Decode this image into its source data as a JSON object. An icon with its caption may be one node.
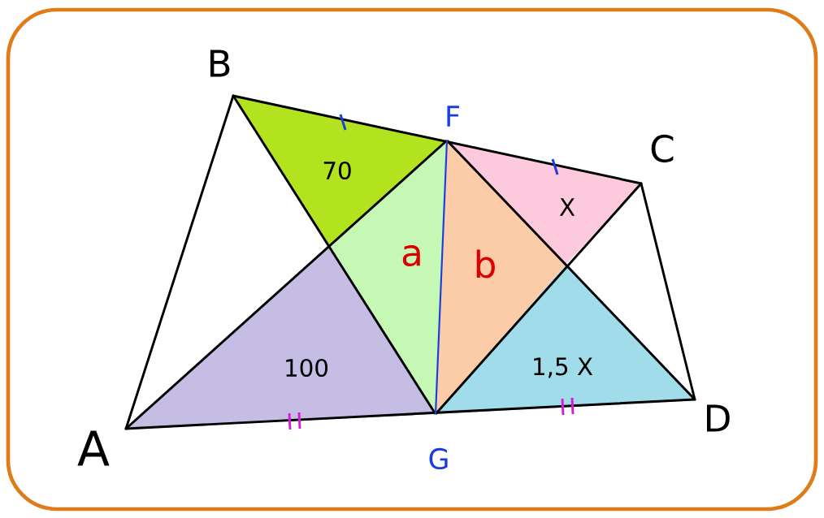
{
  "diagram": {
    "nodes": [
      {
        "text": [
          "70"
        ]
      },
      {
        "text": [
          "a"
        ]
      },
      {
        "text": [
          "b"
        ]
      },
      {
        "text": [
          "X"
        ]
      },
      {
        "text": [
          "100"
        ]
      },
      {
        "text": [
          "1,5 X"
        ]
      }
    ],
    "labels": [
      "B",
      "F",
      "C",
      "A",
      "G",
      "D"
    ]
  }
}
